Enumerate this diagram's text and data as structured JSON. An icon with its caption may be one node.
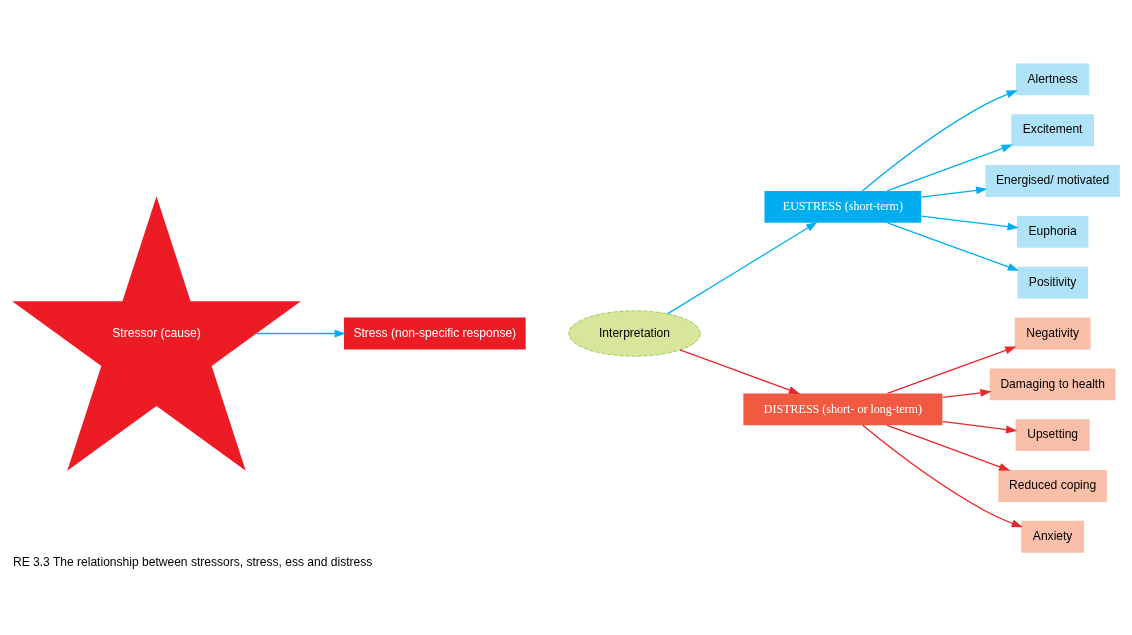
{
  "diagram": {
    "caption": "RE 3.3 The relationship between stressors, stress, ess and distress",
    "nodes": [
      {
        "text": [
          "Stressor (cause)"
        ]
      },
      {
        "text": [
          "Stress (non-specific response)"
        ]
      },
      {
        "text": [
          "Interpretation"
        ]
      },
      {
        "text": [
          "EUSTRESS (short-term)"
        ]
      },
      {
        "text": [
          "DISTRESS (short- or long-term)"
        ]
      },
      {
        "text": [
          "Alertness"
        ]
      },
      {
        "text": [
          "Excitement"
        ]
      },
      {
        "text": [
          "Energised/ motivated"
        ]
      },
      {
        "text": [
          "Euphoria"
        ]
      },
      {
        "text": [
          "Positivity"
        ]
      },
      {
        "text": [
          "Negativity"
        ]
      },
      {
        "text": [
          "Damaging to health"
        ]
      },
      {
        "text": [
          "Upsetting"
        ]
      },
      {
        "text": [
          "Reduced coping"
        ]
      },
      {
        "text": [
          "Anxiety"
        ]
      }
    ],
    "edges": [
      {
        "from": 0,
        "to": 1,
        "arrow": "to"
      },
      {
        "from": 2,
        "to": 3,
        "arrow": "to"
      },
      {
        "from": 2,
        "to": 4,
        "arrow": "to",
        "color": "#e8262a"
      },
      {
        "from": 3,
        "to": 5,
        "arrow": "to"
      },
      {
        "from": 3,
        "to": 6,
        "arrow": "to"
      },
      {
        "from": 3,
        "to": 7,
        "arrow": "to"
      },
      {
        "from": 3,
        "to": 8,
        "arrow": "to"
      },
      {
        "from": 3,
        "to": 9,
        "arrow": "to"
      },
      {
        "from": 4,
        "to": 10,
        "arrow": "to",
        "color": "#e8262a"
      },
      {
        "from": 4,
        "to": 11,
        "arrow": "to",
        "color": "#e8262a"
      },
      {
        "from": 4,
        "to": 12,
        "arrow": "to",
        "color": "#e8262a"
      },
      {
        "from": 4,
        "to": 13,
        "arrow": "to",
        "color": "#e8262a"
      },
      {
        "from": 4,
        "to": 14,
        "arrow": "to",
        "color": "#e8262a"
      }
    ]
  }
}
